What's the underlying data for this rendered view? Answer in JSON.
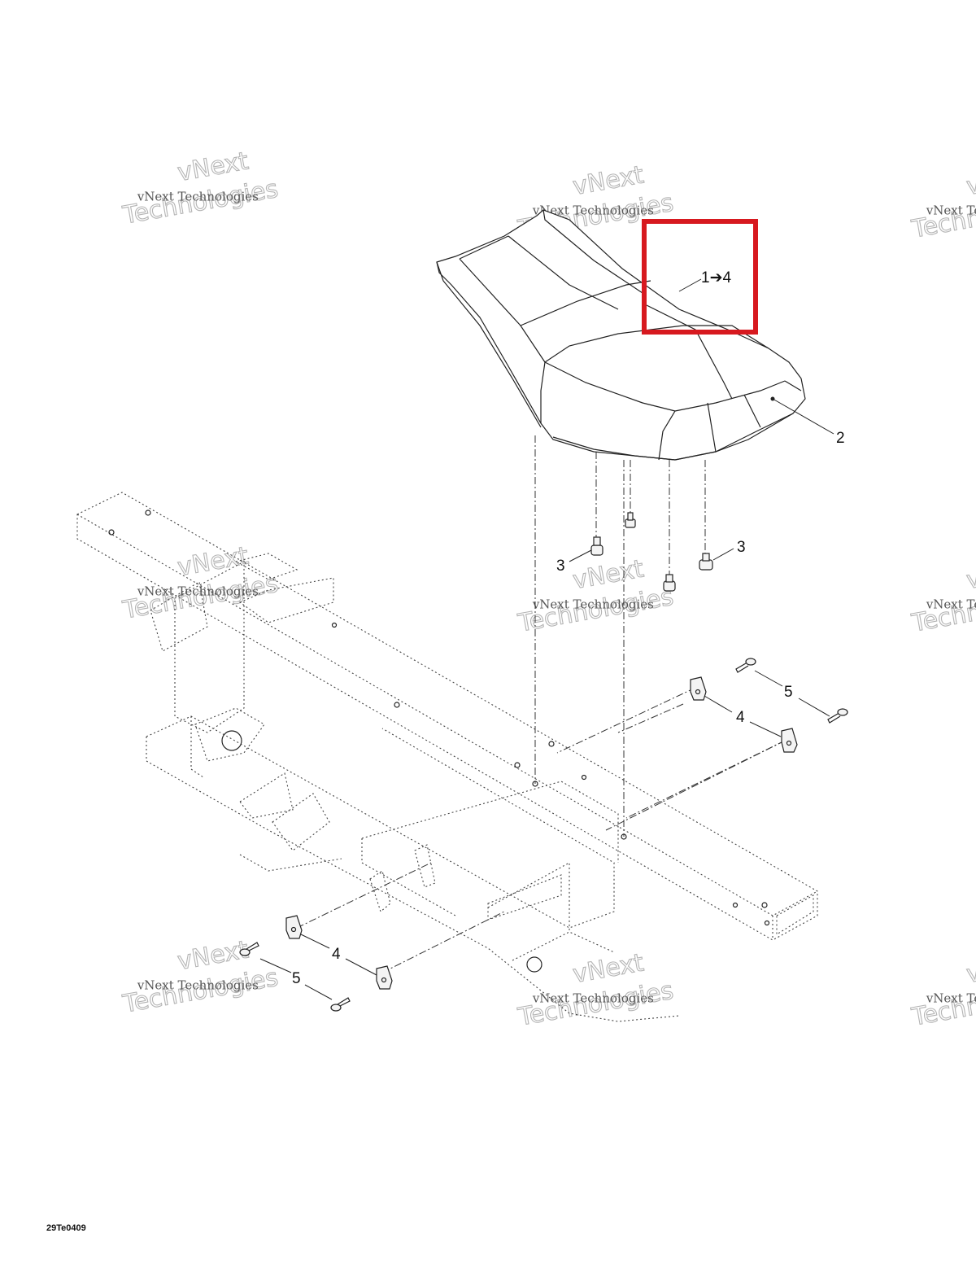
{
  "watermark": {
    "line1": "vNext Technologies",
    "line2": "vNext",
    "line3": "Technologies"
  },
  "callouts": {
    "seat_assembly": "1➔4",
    "seat_cover": "2",
    "grommet_left": "3",
    "grommet_right": "3",
    "retainer_upper": "4",
    "screw_upper": "5",
    "retainer_lower": "4",
    "screw_lower": "5"
  },
  "highlight": {
    "color": "#d7191f"
  },
  "drawing_ref": "29Te0409"
}
